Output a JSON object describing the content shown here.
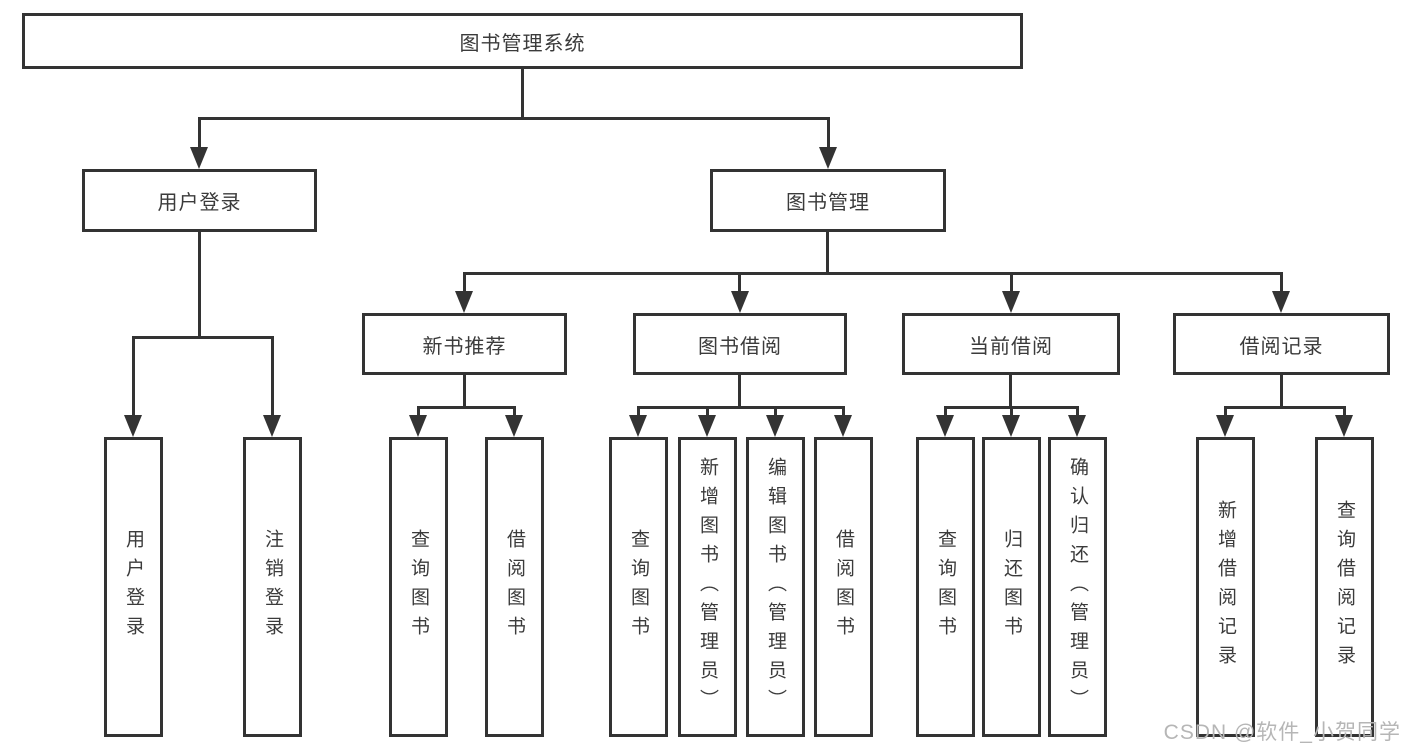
{
  "diagram": {
    "root": {
      "label": "图书管理系统"
    },
    "level2": [
      {
        "label": "用户登录"
      },
      {
        "label": "图书管理"
      }
    ],
    "level3": [
      {
        "label": "新书推荐"
      },
      {
        "label": "图书借阅"
      },
      {
        "label": "当前借阅"
      },
      {
        "label": "借阅记录"
      }
    ],
    "leaves": [
      {
        "label": "用户登录"
      },
      {
        "label": "注销登录"
      },
      {
        "label": "查询图书"
      },
      {
        "label": "借阅图书"
      },
      {
        "label": "查询图书"
      },
      {
        "label": "新增图书（管理员）"
      },
      {
        "label": "编辑图书（管理员）"
      },
      {
        "label": "借阅图书"
      },
      {
        "label": "查询图书"
      },
      {
        "label": "归还图书"
      },
      {
        "label": "确认归还（管理员）"
      },
      {
        "label": "新增借阅记录"
      },
      {
        "label": "查询借阅记录"
      }
    ]
  },
  "watermark": {
    "text": "CSDN @软件_小贺同学"
  },
  "colors": {
    "line": "#333333",
    "text": "#3b3b3b",
    "watermark": "#b6b6b6",
    "background": "#ffffff"
  }
}
